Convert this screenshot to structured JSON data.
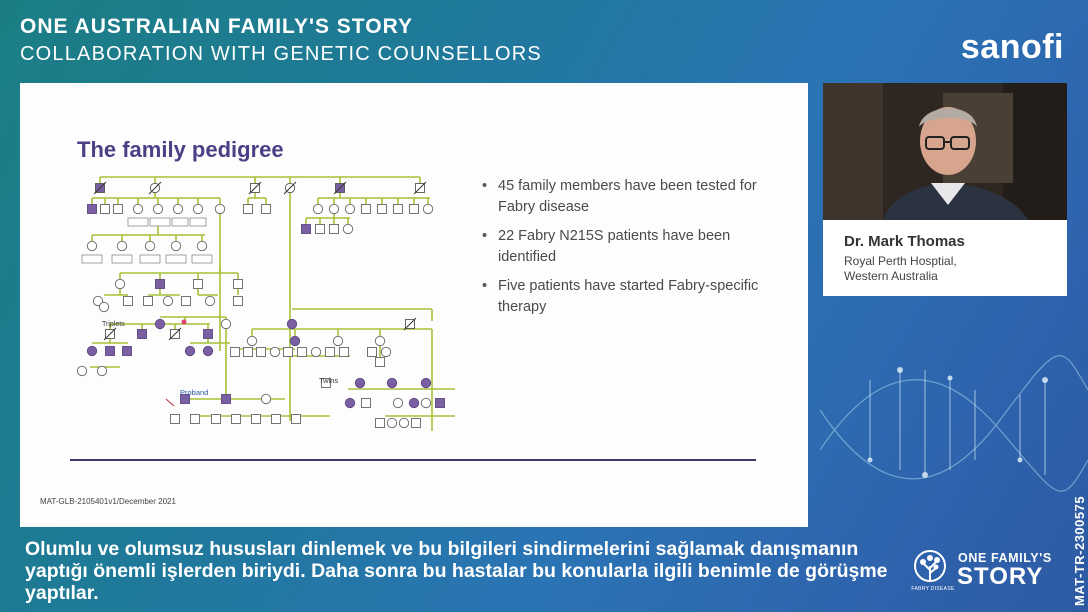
{
  "header": {
    "title": "ONE AUSTRALIAN FAMILY'S STORY",
    "subtitle": "COLLABORATION WITH GENETIC COUNSELLORS"
  },
  "brand": {
    "logo_text": "sanofi"
  },
  "slide": {
    "title": "The family pedigree",
    "bullets": [
      "45 family members have been tested for Fabry disease",
      "22 Fabry N215S patients have been identified",
      "Five patients have started Fabry-specific therapy"
    ],
    "pedigree_labels": {
      "triplets": "Triplets",
      "proband": "Proband",
      "twins": "Twins"
    },
    "footnote": "MAT-GLB-2105401v1/December 2021"
  },
  "speaker": {
    "name": "Dr. Mark Thomas",
    "affiliation_line1": "Royal Perth Hosptial,",
    "affiliation_line2": "Western Australia"
  },
  "subtitle_text": "Olumlu ve olumsuz hususları dinlemek ve bu bilgileri sindirmelerini sağlamak danışmanın yaptığı önemli işlerden biriydi. Daha sonra bu hastalar bu konularla ilgili benimle de görüşme yaptılar.",
  "program": {
    "line1": "ONE FAMILY'S",
    "line2": "STORY",
    "logo_caption": "FABRY DISEASE"
  },
  "material_code": "MAT-TR-2300575",
  "colors": {
    "pedigree_line": "#a6c23a",
    "affected_fill": "#7b5fa3",
    "slide_title": "#4d3f86"
  },
  "icons": {
    "fd_logo": "tree-icon"
  }
}
